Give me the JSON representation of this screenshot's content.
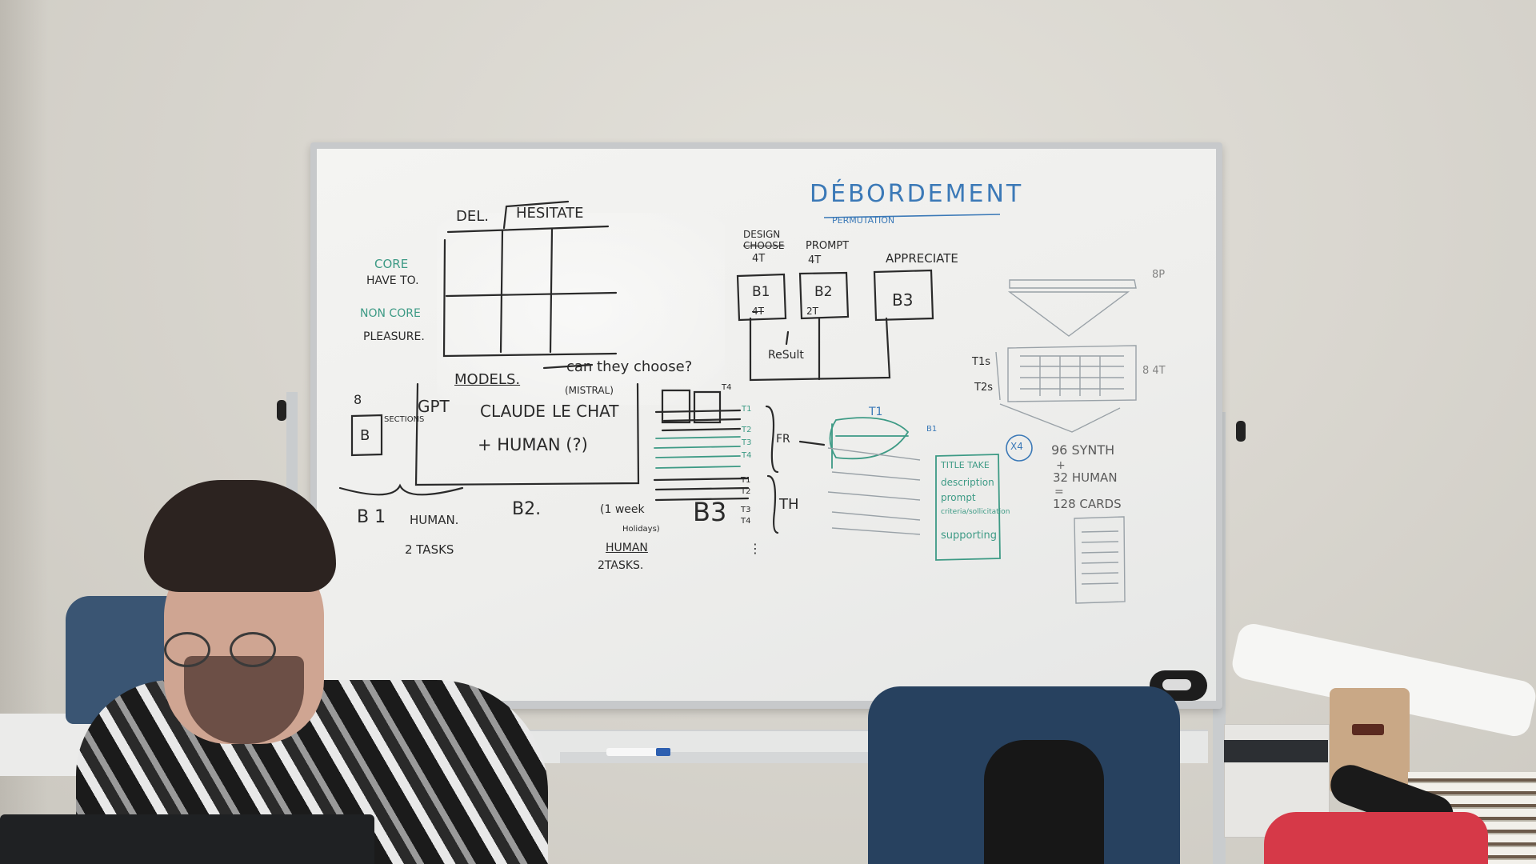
{
  "whiteboard": {
    "title": "DÉBORDEMENT",
    "subtitle": "PERMUTATION",
    "matrix": {
      "col_1": "DEL.",
      "col_2": "HESITATE",
      "row_1_a": "CORE",
      "row_1_b": "HAVE TO.",
      "row_2_a": "NON CORE",
      "row_2_b": "PLEASURE."
    },
    "design": {
      "label_1": "DESIGN",
      "label_2": "CHOOSE",
      "label_3": "4T",
      "prompt_1": "PROMPT",
      "prompt_2": "4T",
      "appreciate": "APPRECIATE",
      "box_b1": "B1",
      "box_b2": "B2",
      "box_b3": "B3",
      "b1_sub": "4T",
      "b2_sub": "2T",
      "result": "ReSult"
    },
    "models": {
      "header": "MODELS.",
      "question": "can they choose?",
      "mistral": "(MISTRAL)",
      "gpt": "GPT",
      "claude": "CLAUDE",
      "le_chat": "LE CHAT",
      "human": "+ HUMAN (?)",
      "eight": "8",
      "b_box": "B",
      "sections": "SECTIONS"
    },
    "lower": {
      "b1": "B 1",
      "b1_human": "HUMAN.",
      "b1_tasks": "2 TASKS",
      "b2": "B2.",
      "week": "(1 week",
      "holidays": "Holidays)",
      "human_2": "HUMAN",
      "tasks_2": "2TASKS.",
      "b3": "B3",
      "t1": "T1",
      "t2": "T2",
      "t3": "T3",
      "t4": "T4",
      "fr": "FR",
      "th": "TH",
      "t1b": "T1",
      "t2b": "T2",
      "t3b": "T3",
      "t4b": "T4",
      "dots": "⋮",
      "t4_top": "T4"
    },
    "right": {
      "bp": "8P",
      "t1s": "T1s",
      "t2s": "T2s",
      "b4t": "8 4T",
      "x4": "X4",
      "n96": "96 SYNTH",
      "plus": "+",
      "n32": "32 HUMAN",
      "eq": "=",
      "n128": "128 CARDS",
      "card_1": "TITLE TAKE",
      "card_2": "description",
      "card_3": "prompt",
      "card_4": "criteria/sollicitation",
      "card_5": "supporting",
      "b1_small": "B1",
      "t1_top": "T1"
    }
  },
  "tray": {
    "marker_label": "marker"
  },
  "colors": {
    "black_ink": "#2a2a2a",
    "green_ink": "#3d9a85",
    "blue_ink": "#3b79b7",
    "wall": "#d8d5ce",
    "board": "#f1f1ef"
  }
}
